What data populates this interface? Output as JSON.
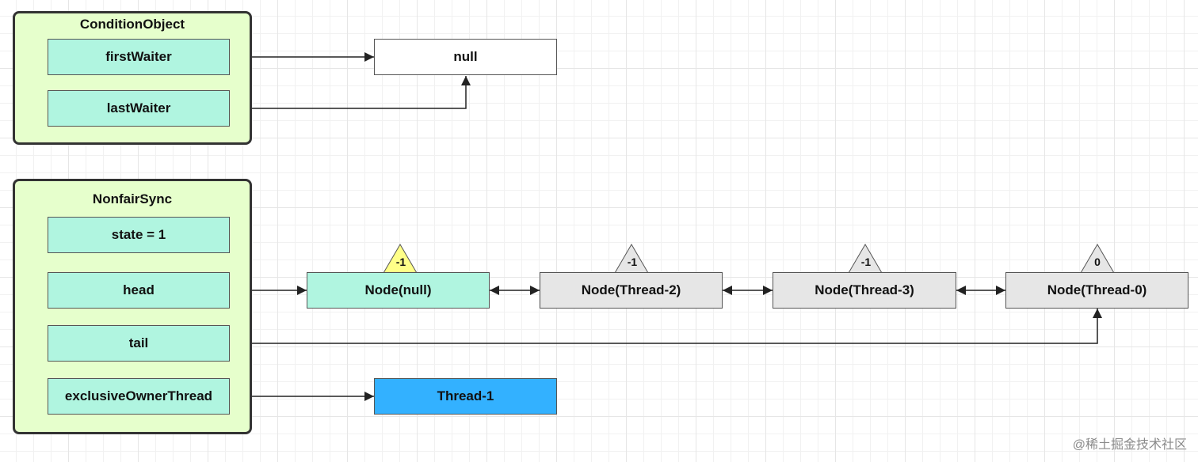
{
  "condition_object": {
    "title": "ConditionObject",
    "fields": [
      "firstWaiter",
      "lastWaiter"
    ]
  },
  "null_box": {
    "label": "null"
  },
  "nonfair_sync": {
    "title": "NonfairSync",
    "fields": [
      "state = 1",
      "head",
      "tail",
      "exclusiveOwnerThread"
    ]
  },
  "nodes": [
    {
      "label": "Node(null)",
      "wait_status": "-1"
    },
    {
      "label": "Node(Thread-2)",
      "wait_status": "-1"
    },
    {
      "label": "Node(Thread-3)",
      "wait_status": "-1"
    },
    {
      "label": "Node(Thread-0)",
      "wait_status": "0"
    }
  ],
  "owner_thread": {
    "label": "Thread-1"
  },
  "watermark": "@稀土掘金技术社区",
  "colors": {
    "container_bg": "#e6ffcc",
    "field_bg": "#b0f5e0",
    "node_gray": "#e6e6e6",
    "thread_blue": "#33b1ff",
    "triangle_yellow": "#ffff88"
  }
}
